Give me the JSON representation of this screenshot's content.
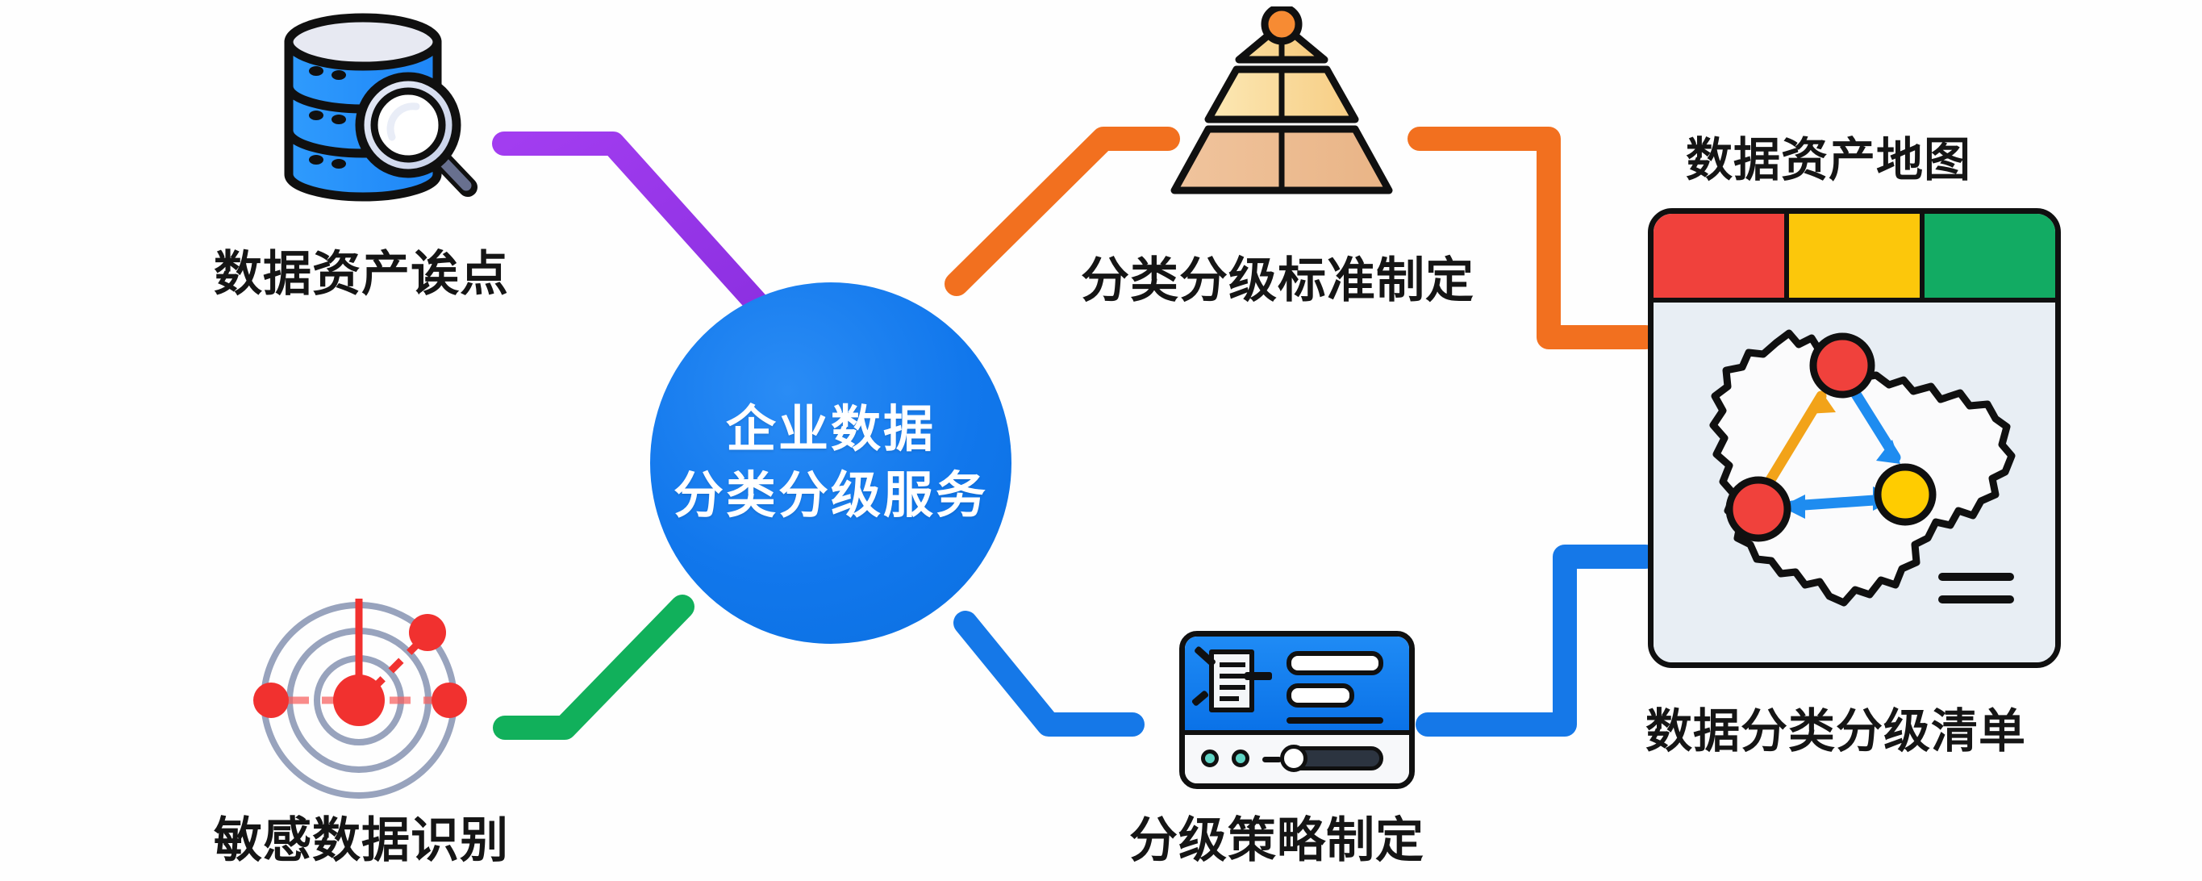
{
  "diagram": {
    "title": "企业数据分类分级服务",
    "center": {
      "line1": "企业数据",
      "line2": "分类分级服务",
      "color": "#1177ec"
    },
    "nodes": [
      {
        "id": "data-asset-inventory",
        "label": "数据资产诶点",
        "icon": "database-magnifier-icon",
        "connector_color": "#9333ea",
        "position": "top-left"
      },
      {
        "id": "classification-standard",
        "label": "分类分级标准制定",
        "icon": "pyramid-icon",
        "connector_color": "#f2701f",
        "position": "top-middle"
      },
      {
        "id": "sensitive-data-discovery",
        "label": "敏感数据识别",
        "icon": "radar-target-icon",
        "connector_color": "#11b05b",
        "position": "bottom-left"
      },
      {
        "id": "grading-policy",
        "label": "分级策略制定",
        "icon": "policy-console-icon",
        "connector_color": "#1578e8",
        "position": "bottom-middle"
      }
    ],
    "outputs": [
      {
        "id": "data-asset-map",
        "label": "数据资产地图",
        "icon": "map-panel-icon",
        "connector_color": "#f2701f",
        "header_swatches": [
          "#f0413c",
          "#fcc70b",
          "#12ab63"
        ],
        "map_nodes": [
          {
            "color": "#f0413c",
            "name": "node-red-top"
          },
          {
            "color": "#f0413c",
            "name": "node-red-left"
          },
          {
            "color": "#ffcc00",
            "name": "node-yellow-right"
          }
        ],
        "arrows": [
          {
            "color": "#f2a319",
            "name": "arrow-orange-up"
          },
          {
            "color": "#1e8cf0",
            "name": "arrow-blue-down"
          },
          {
            "color": "#1e8cf0",
            "name": "arrow-blue-horizontal"
          }
        ]
      },
      {
        "id": "classification-list",
        "label": "数据分类分级清单",
        "connector_color": "#1578e8"
      }
    ],
    "palette": {
      "purple": "#9333ea",
      "orange": "#f2701f",
      "green": "#11b05b",
      "blue": "#1578e8",
      "center_blue": "#1177ec",
      "red": "#f0413c",
      "yellow": "#fcc70b",
      "teal": "#5fd4c4",
      "ink": "#101010",
      "background": "#fefefe"
    }
  }
}
